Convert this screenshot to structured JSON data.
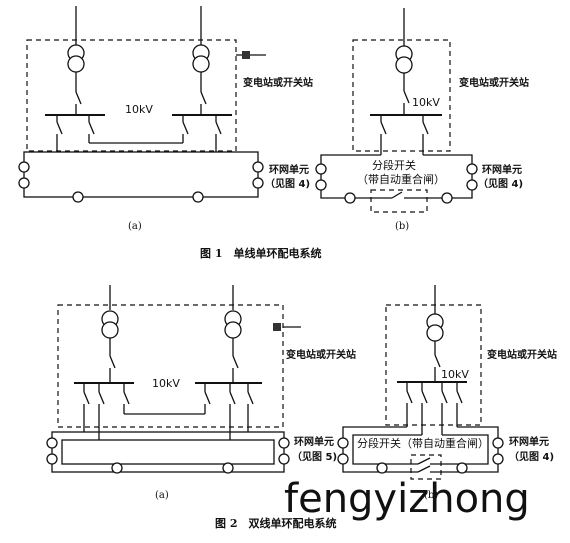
{
  "figure1": {
    "caption": "图 1　单线单环配电系统",
    "panel_a": {
      "sublabel": "(a)",
      "voltage": "10kV",
      "station_label": "变电站或开关站",
      "rmu_label_line1": "环网单元",
      "rmu_label_line2": "（见图 4)"
    },
    "panel_b": {
      "sublabel": "(b)",
      "voltage": "10kV",
      "station_label": "变电站或开关站",
      "switch_label_line1": "分段开关",
      "switch_label_line2": "（带自动重合闸）",
      "rmu_label_line1": "环网单元",
      "rmu_label_line2": "（见图 4)"
    }
  },
  "figure2": {
    "caption": "图 2　双线单环配电系统",
    "panel_a": {
      "sublabel": "(a)",
      "voltage": "10kV",
      "station_label": "变电站或开关站",
      "rmu_label_line1": "环网单元",
      "rmu_label_line2": "（见图 5)"
    },
    "panel_b": {
      "sublabel": "(b)",
      "voltage": "10kV",
      "station_label": "变电站或开关站",
      "switch_label": "分段开关（带自动重合闸）",
      "rmu_label_line1": "环网单元",
      "rmu_label_line2": "（见图 4)"
    }
  },
  "watermark": "fengyizhong"
}
